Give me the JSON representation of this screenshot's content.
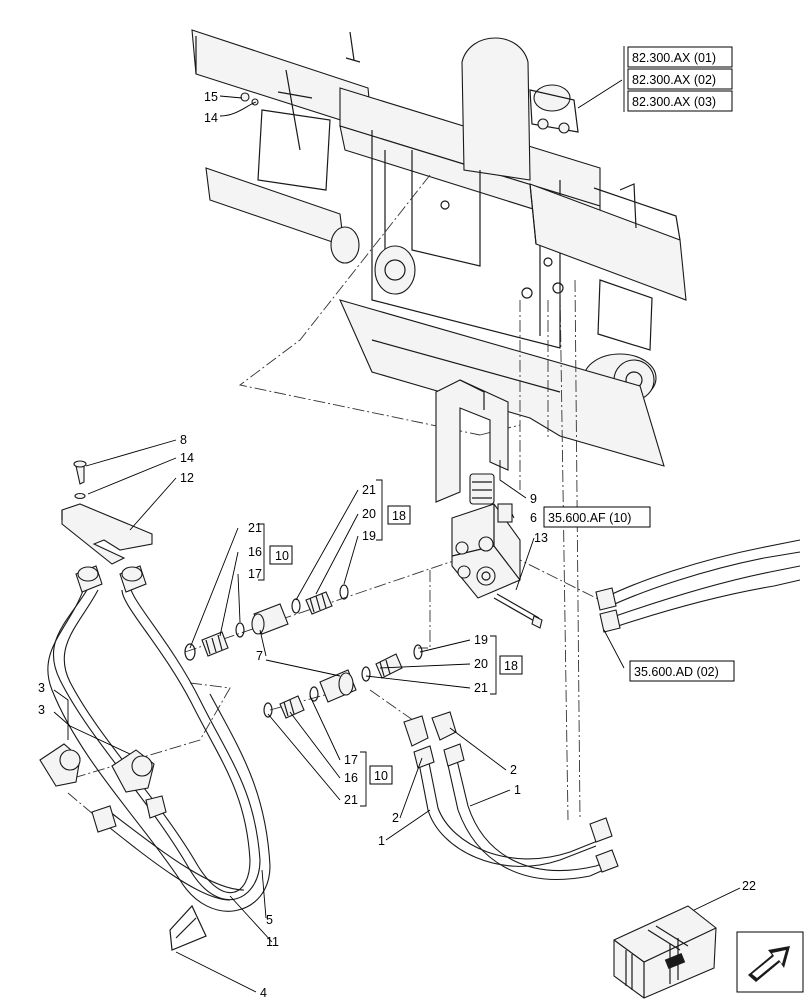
{
  "callouts": {
    "c1a": "1",
    "c1b": "1",
    "c2a": "2",
    "c2b": "2",
    "c3a": "3",
    "c3b": "3",
    "c4": "4",
    "c5": "5",
    "c6": "6",
    "c7": "7",
    "c8": "8",
    "c9": "9",
    "c11": "11",
    "c12": "12",
    "c13": "13",
    "c14a": "14",
    "c14b": "14",
    "c15": "15",
    "c16a": "16",
    "c16b": "16",
    "c17a": "17",
    "c17b": "17",
    "c19a": "19",
    "c19b": "19",
    "c20a": "20",
    "c20b": "20",
    "c21a": "21",
    "c21b": "21",
    "c21c": "21",
    "c21d": "21",
    "c22": "22"
  },
  "kits": {
    "k10a": "10",
    "k10b": "10",
    "k18a": "18",
    "k18b": "18"
  },
  "references": {
    "ax01": "82.300.AX (01)",
    "ax02": "82.300.AX (02)",
    "ax03": "82.300.AX (03)",
    "af10": "35.600.AF (10)",
    "ad02": "35.600.AD (02)"
  },
  "icons": {
    "next_page": "arrow-next-page-icon",
    "kit_crate": "kit-crate-icon"
  }
}
